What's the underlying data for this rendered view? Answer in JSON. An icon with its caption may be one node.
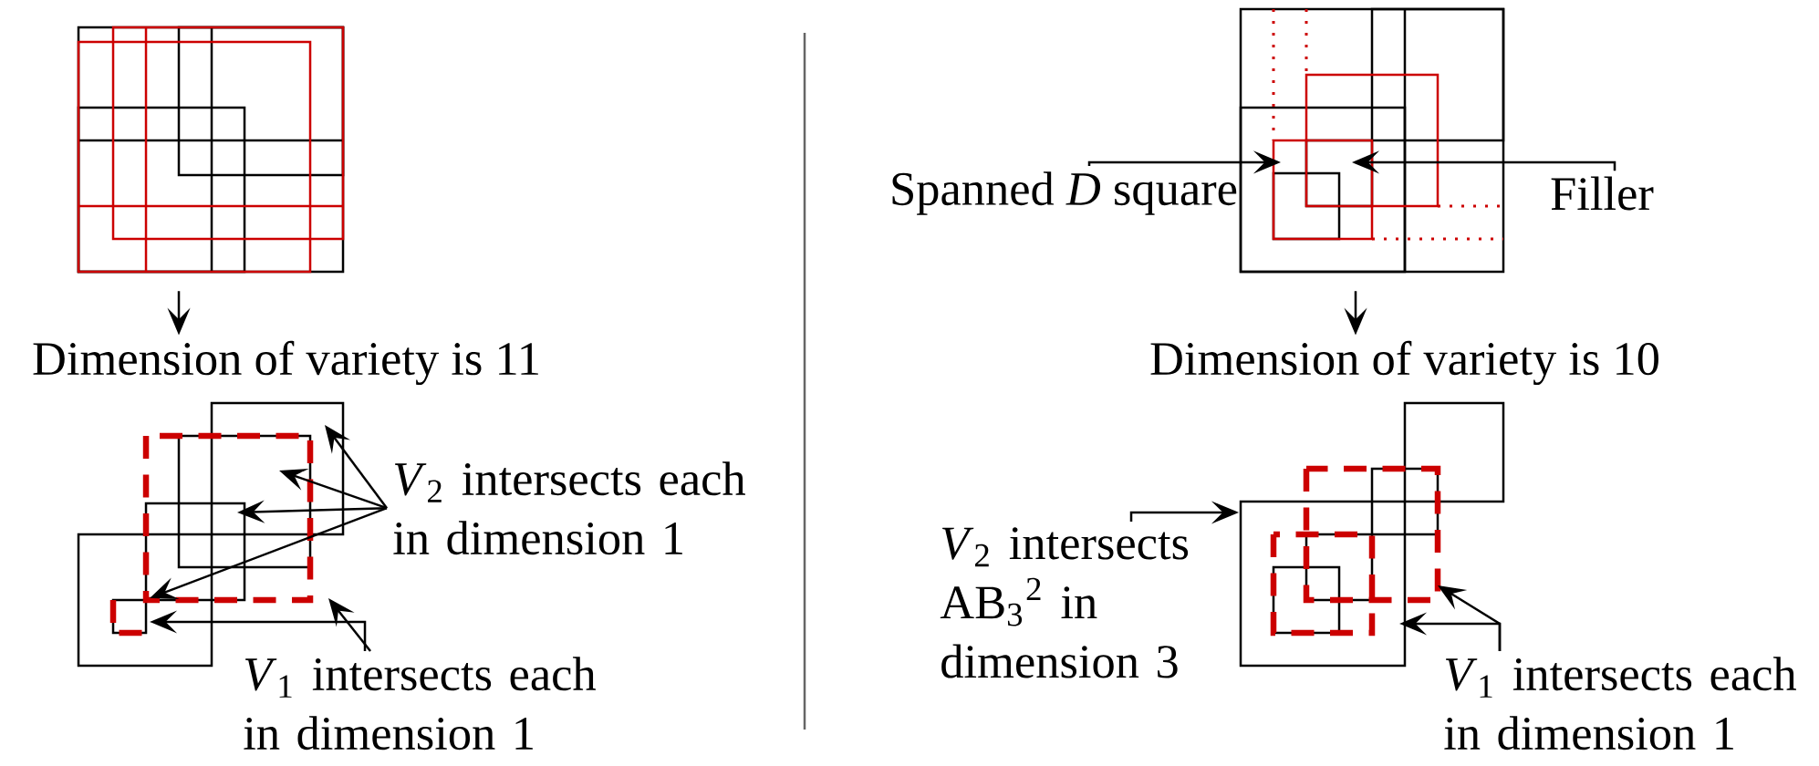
{
  "diagram": {
    "nodes": [
      {
        "text": [],
        "shape": "picture"
      },
      {
        "text": [
          "Dimension of variety is 11"
        ]
      },
      {
        "text": [],
        "shape": "picture"
      },
      {
        "text": [
          "*V*$_{2}$ intersects each in dimension 1"
        ]
      },
      {
        "text": [
          "*V*$_{1}$ intersects each in dimension 1"
        ]
      },
      {
        "text": [],
        "shape": "picture"
      },
      {
        "text": [
          "Spanned *D* square"
        ]
      },
      {
        "text": [
          "Filler"
        ]
      },
      {
        "text": [
          "Dimension of variety is 10"
        ]
      },
      {
        "text": [],
        "shape": "picture"
      },
      {
        "text": [
          "*V*$_{2}$ intersects AB$_{3}$$^{2}$ in dimension 3"
        ]
      },
      {
        "text": [
          "*V*$_{1}$ intersects each in dimension 1"
        ]
      }
    ],
    "edges": [
      {
        "from": 0,
        "to": 1,
        "arrow": "to"
      },
      {
        "from": 5,
        "to": 8,
        "arrow": "to"
      },
      {
        "from": 3,
        "to": 2,
        "arrow": "to"
      },
      {
        "from": 3,
        "to": 2,
        "arrow": "to"
      },
      {
        "from": 3,
        "to": 2,
        "arrow": "to"
      },
      {
        "from": 3,
        "to": 2,
        "arrow": "to"
      },
      {
        "from": 4,
        "to": 2,
        "arrow": "to"
      },
      {
        "from": 4,
        "to": 2,
        "arrow": "to"
      },
      {
        "from": 6,
        "to": 5,
        "arrow": "to"
      },
      {
        "from": 7,
        "to": 5,
        "arrow": "to"
      },
      {
        "from": 10,
        "to": 9,
        "arrow": "to"
      },
      {
        "from": 11,
        "to": 9,
        "arrow": "to"
      },
      {
        "from": 11,
        "to": 9,
        "arrow": "to"
      }
    ]
  }
}
